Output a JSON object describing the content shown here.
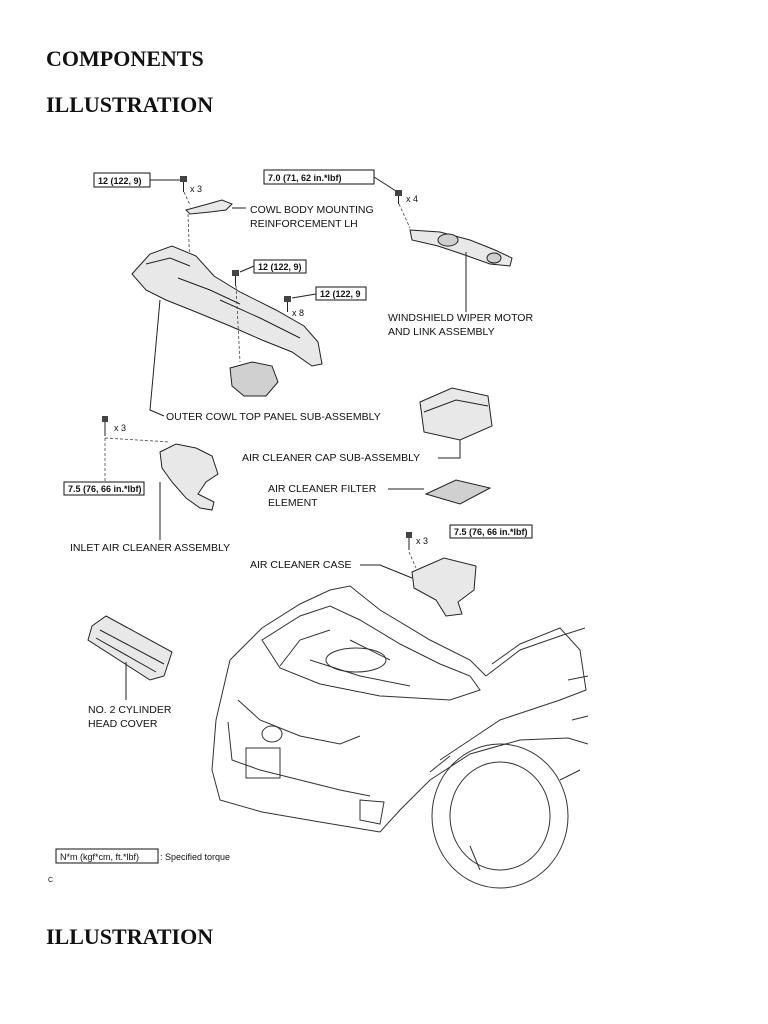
{
  "headings": {
    "components": "COMPONENTS",
    "illustration_1": "ILLUSTRATION",
    "illustration_2": "ILLUSTRATION"
  },
  "diagram": {
    "torque_specs": {
      "cowl_reinf": "12 (122, 9)",
      "wiper": "7.0 (71, 62 in.*lbf)",
      "cowl_top_1": "12 (122, 9)",
      "cowl_top_2": "12 (122, 9",
      "inlet": "7.5 (76, 66 in.*lbf)",
      "case": "7.5 (76, 66 in.*lbf)"
    },
    "quantities": {
      "cowl_reinf": "x 3",
      "wiper": "x 4",
      "cowl_top": "x 8",
      "inlet": "x 3",
      "case": "x 3"
    },
    "labels": {
      "cowl_reinf_line1": "COWL BODY MOUNTING",
      "cowl_reinf_line2": "REINFORCEMENT LH",
      "wiper_line1": "WINDSHIELD WIPER MOTOR",
      "wiper_line2": "AND LINK ASSEMBLY",
      "cowl_top": "OUTER COWL TOP PANEL SUB-ASSEMBLY",
      "cap": "AIR CLEANER CAP SUB-ASSEMBLY",
      "filter_line1": "AIR CLEANER FILTER",
      "filter_line2": "ELEMENT",
      "inlet": "INLET AIR CLEANER ASSEMBLY",
      "case": "AIR CLEANER CASE",
      "head_cover_line1": "NO. 2 CYLINDER",
      "head_cover_line2": "HEAD COVER"
    },
    "legend": {
      "unit": "N*m (kgf*cm, ft.*lbf)",
      "text": ": Specified torque"
    },
    "figure_code": "C"
  }
}
